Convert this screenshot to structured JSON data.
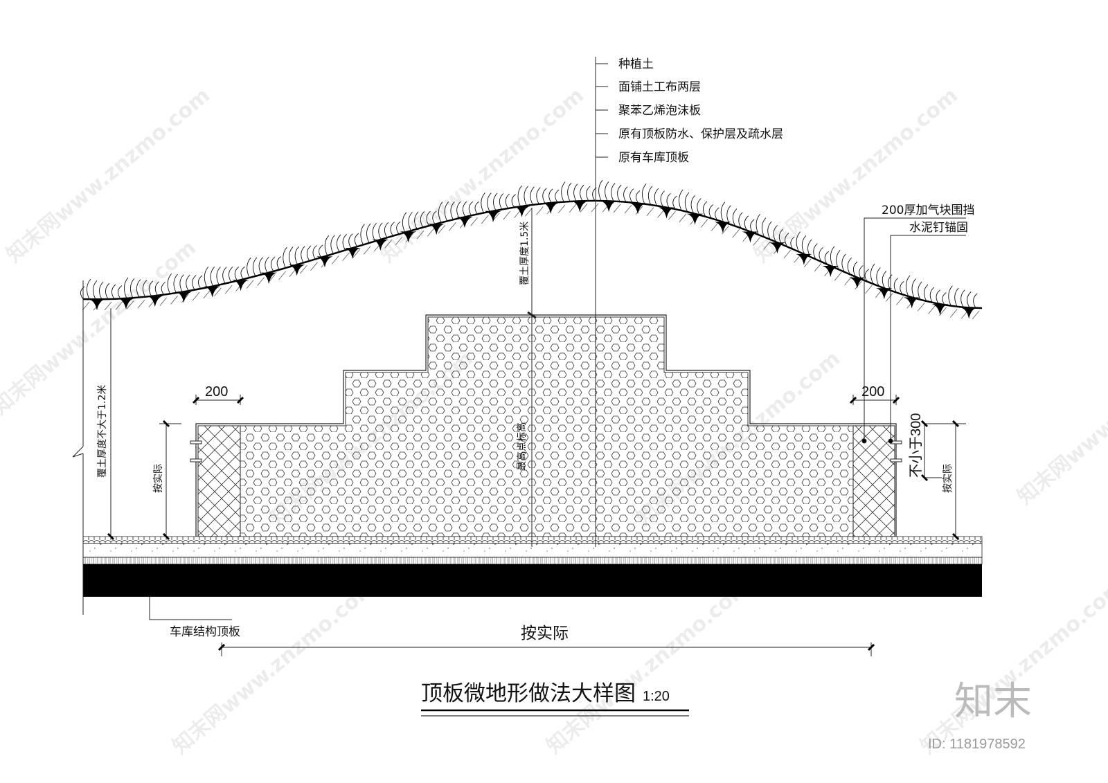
{
  "layer_labels": [
    "种植土",
    "面铺土工布两层",
    "聚苯乙烯泡沫板",
    "原有顶板防水、保护层及疏水层",
    "原有车库顶板"
  ],
  "wall_labels": {
    "line1": "200厚加气块围挡",
    "line2": "水泥钉锚固"
  },
  "dimensions": {
    "left_width": "200",
    "right_width": "200",
    "left_cover": "覆土厚度不大于1.2米",
    "center_cover": "覆土厚度1.5米",
    "center_peak": "最高点标高",
    "left_height": "按实际",
    "right_min": "不小于300",
    "right_height": "按实际",
    "overall_width": "按实际"
  },
  "slab_label": "车库结构顶板",
  "title": {
    "text": "顶板微地形做法大样图",
    "scale": "1:20"
  },
  "watermark": {
    "text": "知末网www.znzmo.com",
    "logo": "知末",
    "id": "ID: 1181978592"
  }
}
